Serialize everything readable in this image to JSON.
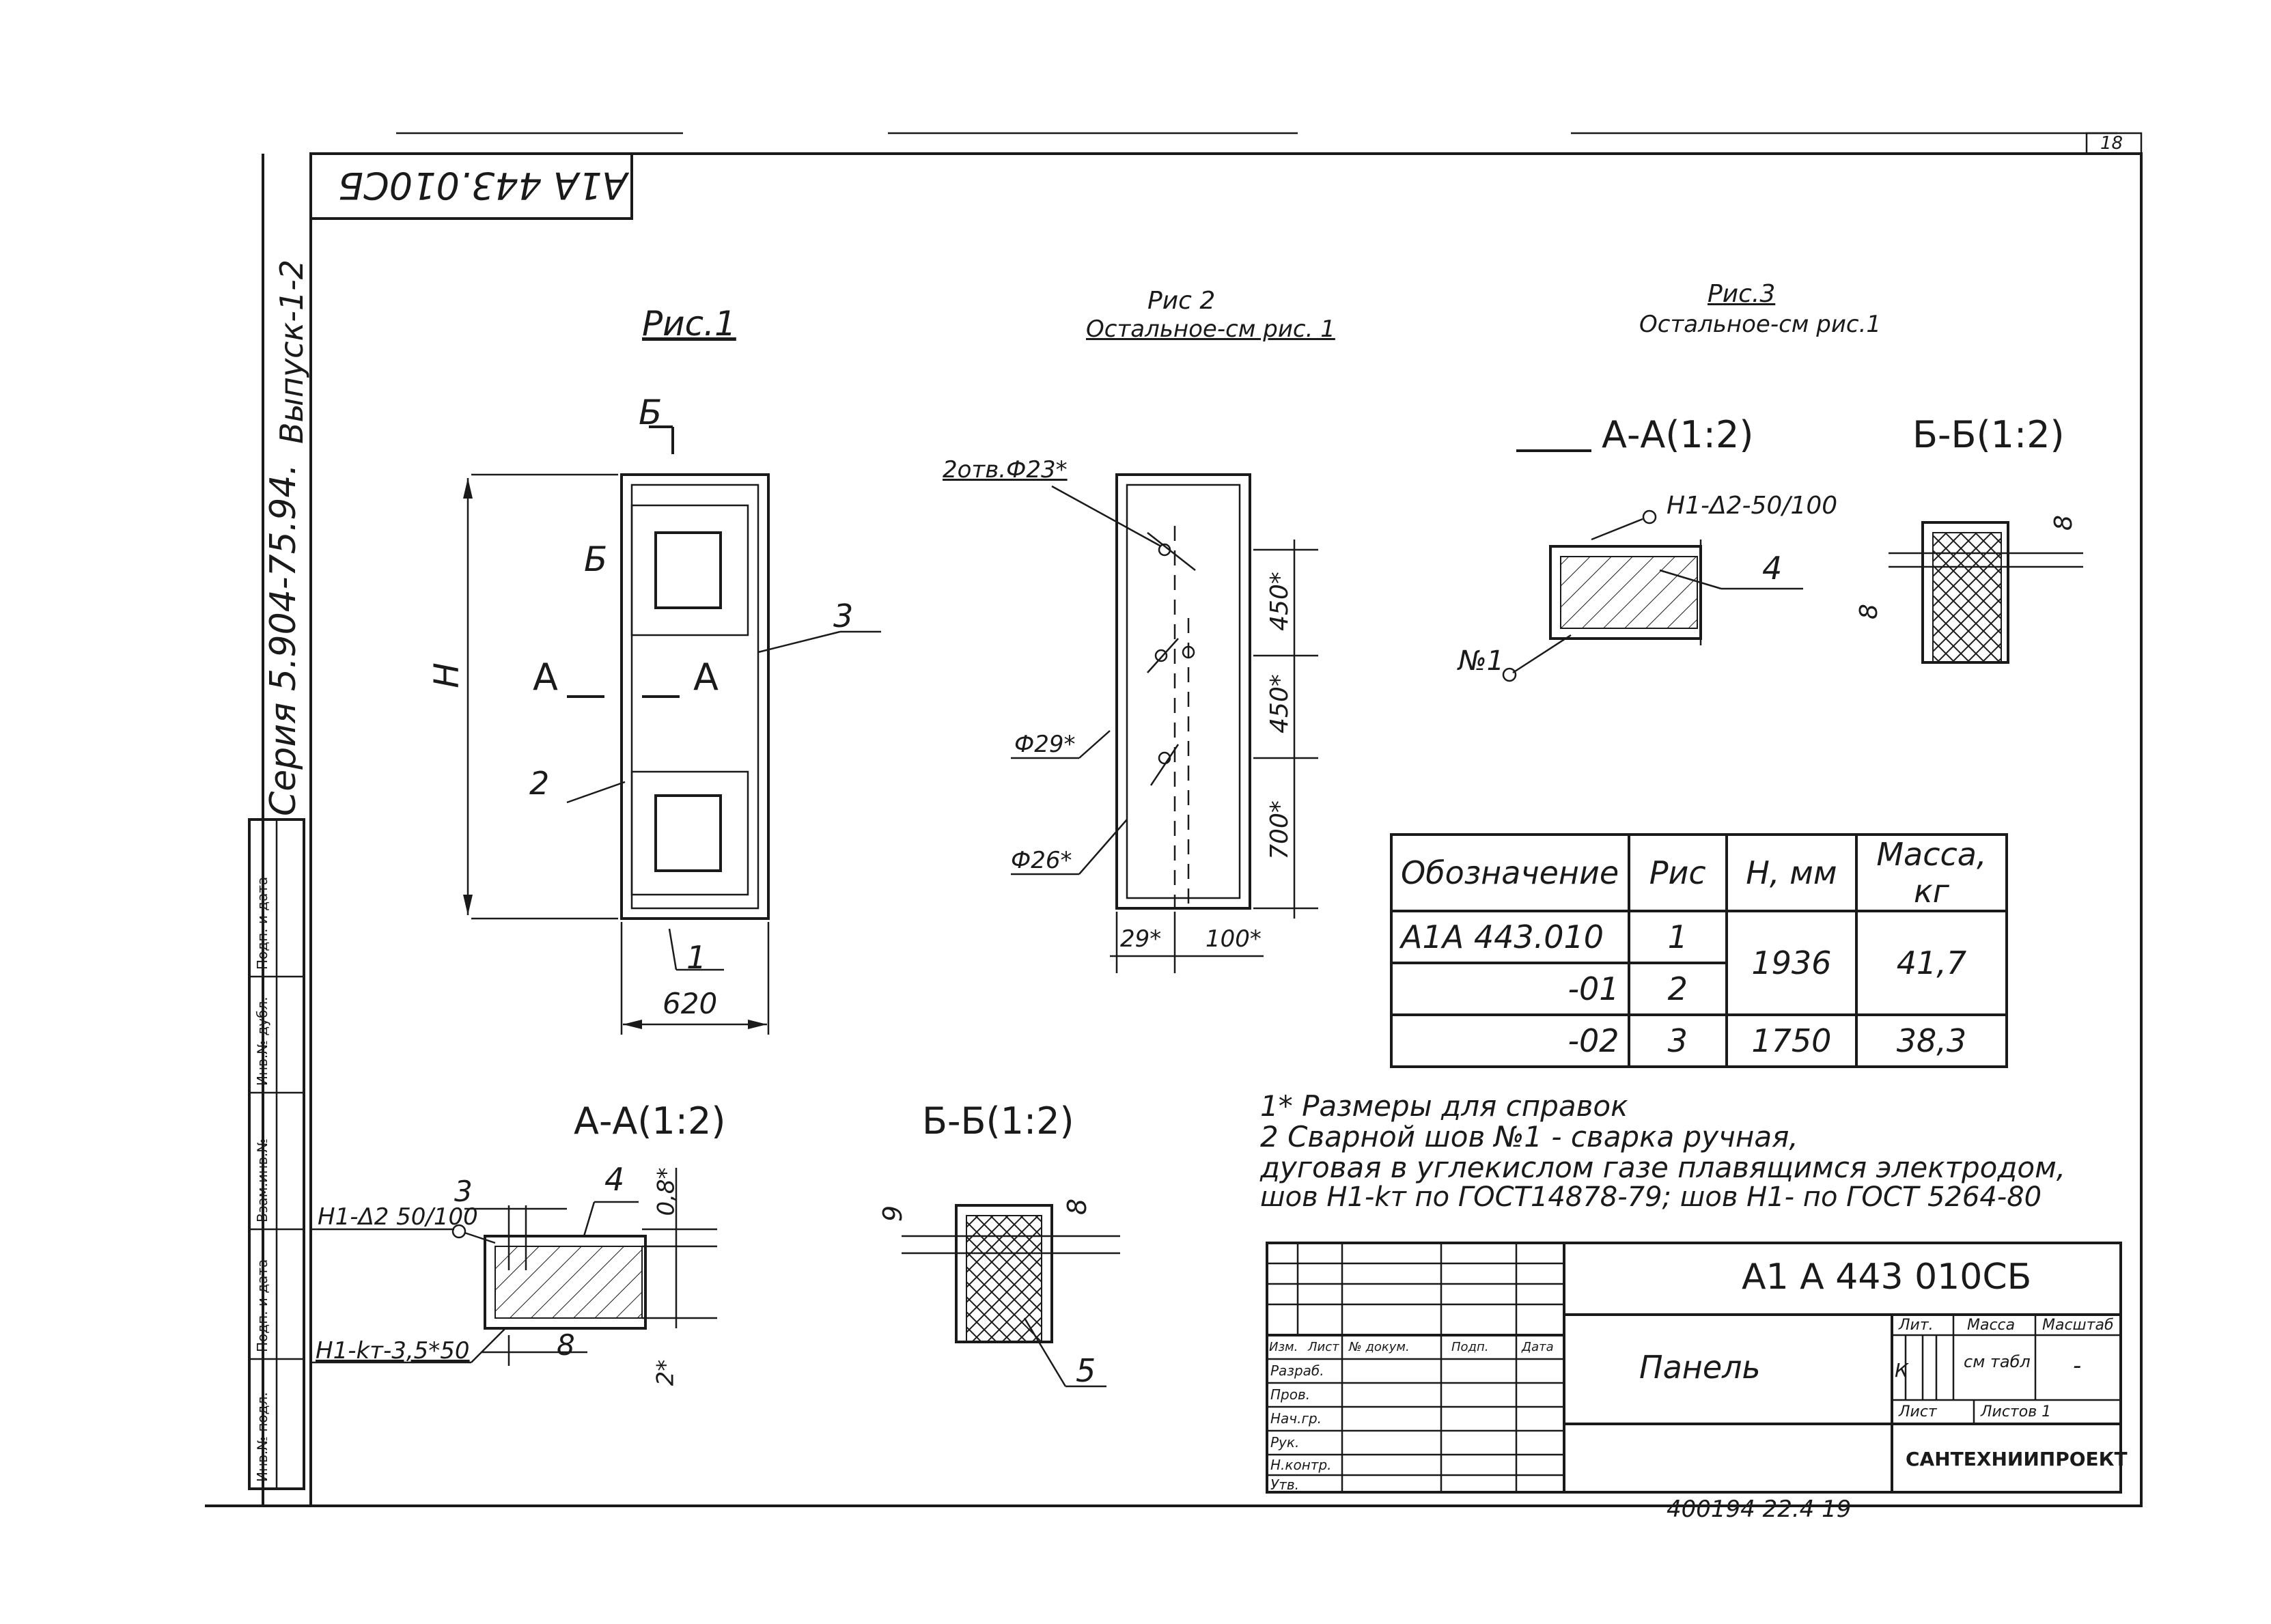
{
  "sheet": {
    "number": "18",
    "stamp_rotated": "А1А 443.010СБ",
    "series_side": "Серия 5.904-75.94.",
    "issue_side": "Выпуск-1-2"
  },
  "fig1": {
    "title": "Рис.1",
    "height_label": "Н",
    "width_label": "620",
    "section_b": "Б",
    "section_a": "А",
    "callouts": [
      "1",
      "2",
      "3"
    ]
  },
  "fig2": {
    "title": "Рис 2",
    "subtitle": "Остальное-см рис. 1",
    "holes_label": "2отв.Ф23*",
    "d29_label": "Ф29*",
    "d26_label": "Ф26*",
    "dim_450a": "450*",
    "dim_450b": "450*",
    "dim_700": "700*",
    "dim_29": "29*",
    "dim_100": "100*"
  },
  "fig3": {
    "title": "Рис.3",
    "subtitle": "Остальное-см рис.1",
    "section_aa": "А-А(1:2)",
    "section_bb": "Б-Б(1:2)",
    "weld_label": "Н1-Δ2-50/100",
    "weld_no": "№1",
    "callout_4": "4",
    "dim_8a": "8",
    "dim_8b": "8"
  },
  "spec_table": {
    "headers": [
      "Обозначение",
      "Рис",
      "Н, мм",
      "Масса, кг"
    ],
    "rows": [
      [
        "А1А 443.010",
        "1",
        "1936",
        "41,7"
      ],
      [
        "-01",
        "2",
        "",
        ""
      ],
      [
        "-02",
        "3",
        "1750",
        "38,3"
      ]
    ]
  },
  "notes": {
    "line1": "1* Размеры для справок",
    "line2": "2 Сварной   шов  №1 - сварка  ручная,",
    "line3": "дуговая  в  углекислом газе плавящимся электродом,",
    "line4": "шов Н1-kт  по  ГОСТ14878-79; шов Н1- по ГОСТ 5264-80"
  },
  "section_aa_bottom": {
    "title": "А-А(1:2)",
    "weld_top": "Н1-Δ2 50/100",
    "weld_bottom": "Н1-kт-3,5*50",
    "dim_3": "3",
    "dim_8": "8",
    "dim_08": "0,8*",
    "dim_2": "2*",
    "callout_4": "4"
  },
  "section_bb_bottom": {
    "title": "Б-Б(1:2)",
    "dim_9": "9",
    "dim_8": "8",
    "callout_5": "5"
  },
  "title_block": {
    "designation": "А1 А 443 010СБ",
    "name": "Панель",
    "lit_header": "Лит.",
    "mass_header": "Масса",
    "scale_header": "Масштаб",
    "lit_value": "К",
    "mass_value": "см табл",
    "scale_value": "-",
    "sheet_header": "Лист",
    "sheets_header": "Листов 1",
    "org": "САНТЕХНИИПРОЕКТ",
    "rev_headers": [
      "Изм.",
      "Лист",
      "№ докум.",
      "Подп.",
      "Дата"
    ],
    "roles": [
      "Разраб.",
      "Пров.",
      "Нач.гр.",
      "Рук.",
      "Н.контр.",
      "Утв."
    ],
    "bottom_code": "400194   22.4   19"
  },
  "side_stamp": [
    "Подп. и дата",
    "Инв.№ дубл.",
    "Взам.инв.№",
    "Подп. и дата",
    "Инв.№ подл."
  ]
}
